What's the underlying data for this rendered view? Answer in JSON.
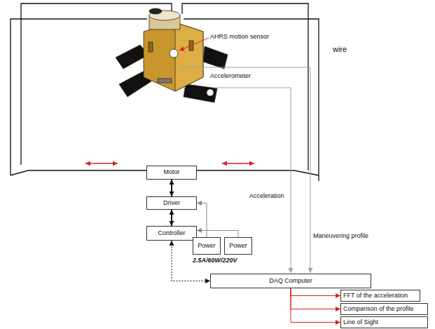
{
  "diagram": {
    "nodes": [
      {
        "text": [
          "Motor"
        ]
      },
      {
        "text": [
          "Driver"
        ]
      },
      {
        "text": [
          "Controller"
        ]
      },
      {
        "text": [
          "Power"
        ]
      },
      {
        "text": [
          "Power"
        ]
      },
      {
        "text": [
          "DAQ Computer"
        ]
      },
      {
        "text": [
          "FFT of the acceleration"
        ]
      },
      {
        "text": [
          "Comparison of the profile"
        ]
      },
      {
        "text": [
          "Line of Sight"
        ]
      }
    ],
    "edges": [
      {
        "from": 0,
        "to": 1,
        "arrow": "both"
      },
      {
        "from": 1,
        "to": 2,
        "arrow": "both"
      },
      {
        "from": 3,
        "to": 1,
        "arrow": "to"
      },
      {
        "from": 4,
        "to": 2,
        "arrow": "to"
      },
      {
        "from": 2,
        "to": 5,
        "arrow": "both"
      },
      {
        "from": 5,
        "to": 6,
        "arrow": "to"
      },
      {
        "from": 5,
        "to": 7,
        "arrow": "to"
      },
      {
        "from": 5,
        "to": 8,
        "arrow": "to"
      }
    ],
    "labels": [
      "AHRS motion sensor",
      "Accelerometer",
      "wire",
      "2.5A/60W/220V",
      "Acceleration",
      "Maneuvering profile"
    ]
  }
}
